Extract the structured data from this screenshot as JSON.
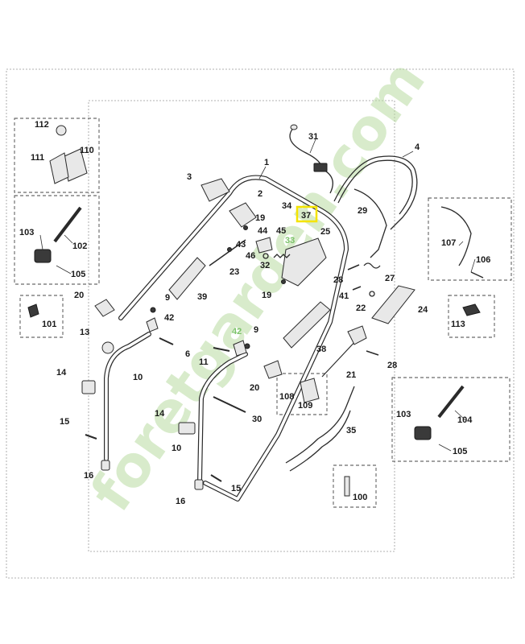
{
  "diagram": {
    "highlight_color": "#f5e400",
    "accent_green": "#7cc36a",
    "accent_orange": "#f0a030",
    "watermark_text": "foretgarden.com",
    "highlighted_part": "37",
    "labels": {
      "p1": "1",
      "p2": "2",
      "p3": "3",
      "p4": "4",
      "p6": "6",
      "p9a": "9",
      "p9b": "9",
      "p10a": "10",
      "p10b": "10",
      "p11": "11",
      "p13": "13",
      "p14a": "14",
      "p14b": "14",
      "p15a": "15",
      "p15b": "15",
      "p16a": "16",
      "p16b": "16",
      "p19a": "19",
      "p19b": "19",
      "p20a": "20",
      "p20b": "20",
      "p21": "21",
      "p22": "22",
      "p23": "23",
      "p24": "24",
      "p25": "25",
      "p27": "27",
      "p28a": "28",
      "p28b": "28",
      "p29": "29",
      "p30": "30",
      "p31": "31",
      "p32": "32",
      "p33": "33",
      "p34": "34",
      "p35": "35",
      "p37": "37",
      "p38": "38",
      "p39": "39",
      "p41": "41",
      "p42a": "42",
      "p42b": "42",
      "p43": "43",
      "p44": "44",
      "p45": "45",
      "p46": "46",
      "p100": "100",
      "p101": "101",
      "p102": "102",
      "p103a": "103",
      "p103b": "103",
      "p104": "104",
      "p105a": "105",
      "p105b": "105",
      "p106": "106",
      "p107": "107",
      "p108": "108",
      "p109": "109",
      "p110": "110",
      "p111": "111",
      "p112": "112",
      "p113": "113"
    }
  }
}
